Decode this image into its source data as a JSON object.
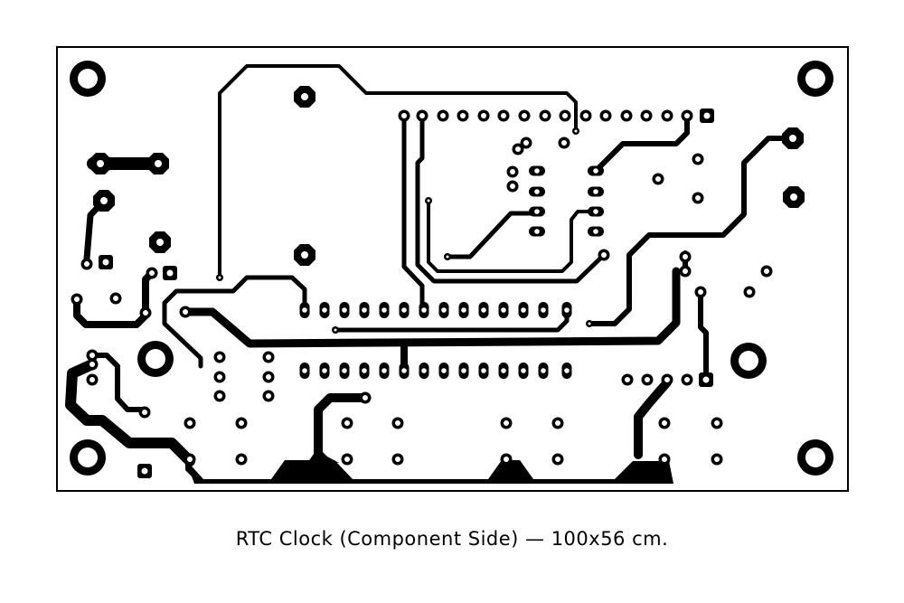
{
  "caption": "RTC Clock (Component Side) — 100x56 cm.",
  "colors": {
    "copper": "#000000",
    "background": "#ffffff"
  },
  "components": [
    "mounting-holes",
    "ic-footprints",
    "connector-pads",
    "copper-traces",
    "ground-pour"
  ]
}
